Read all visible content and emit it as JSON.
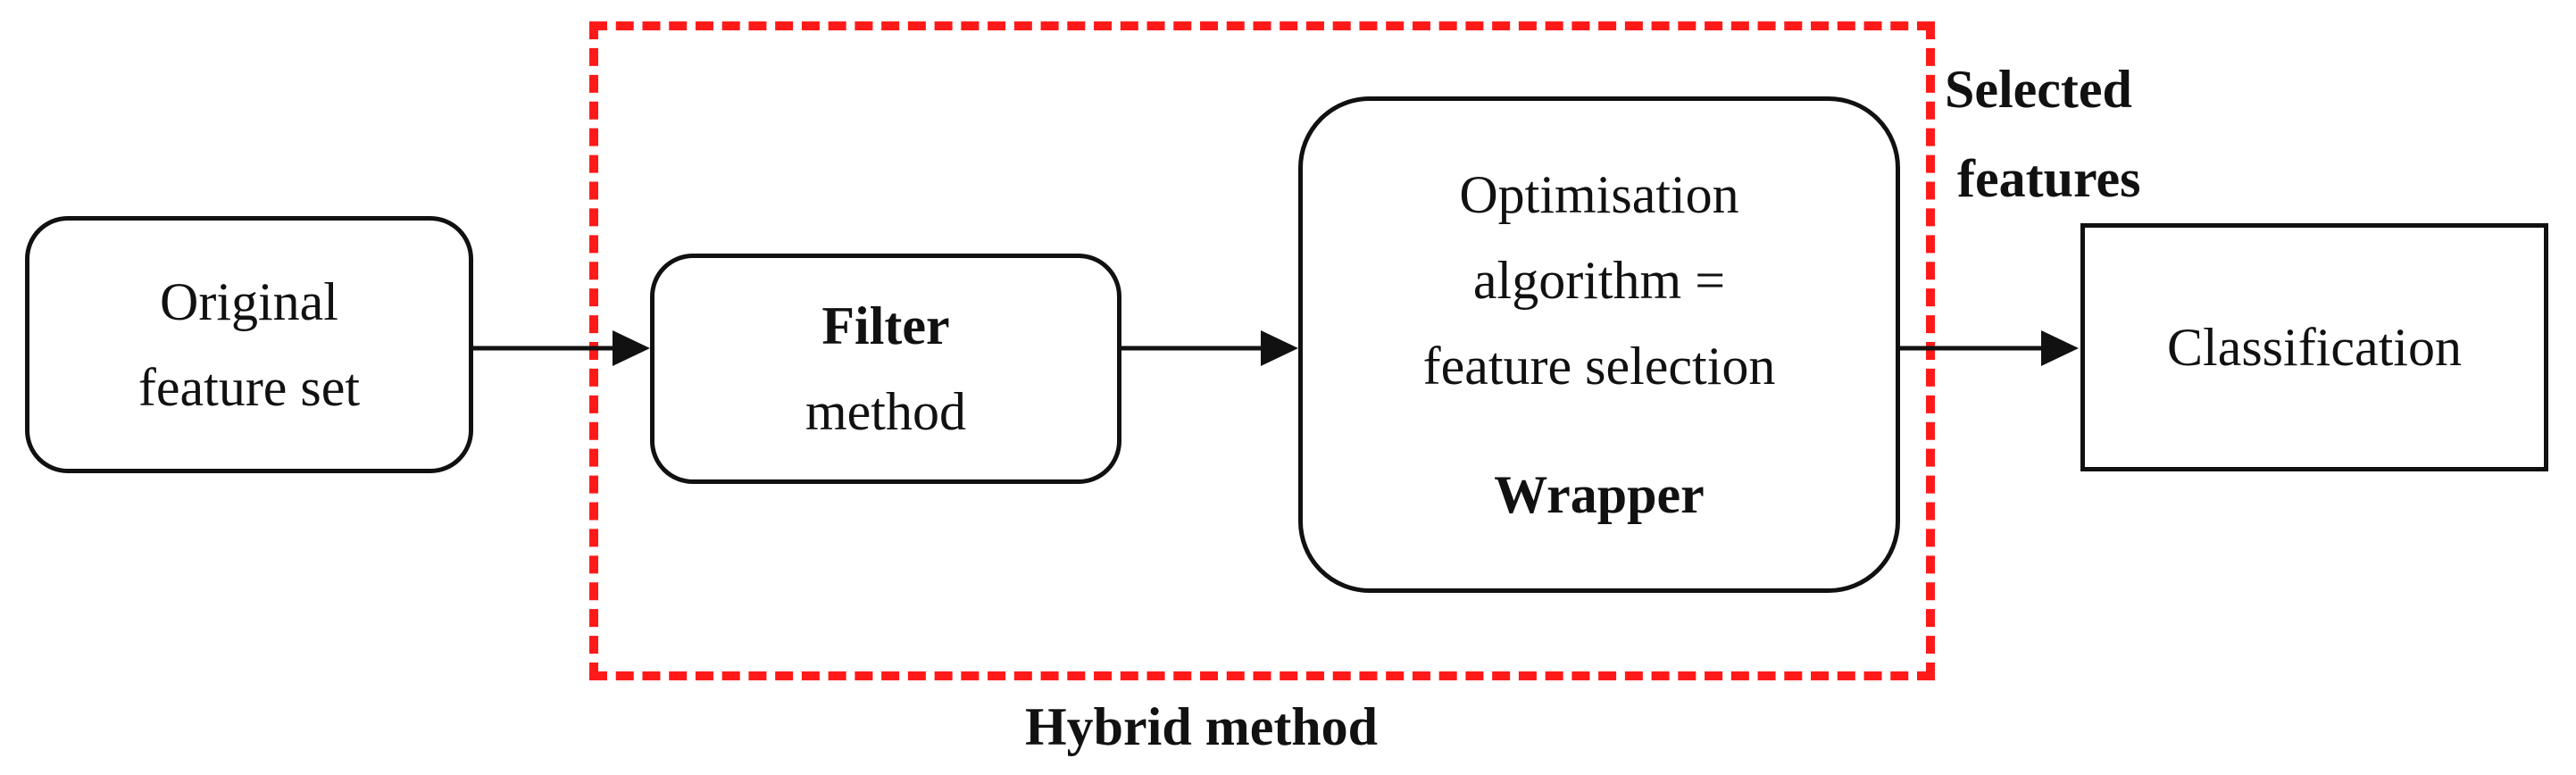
{
  "nodes": {
    "original": {
      "line1": "Original",
      "line2": "feature set"
    },
    "filter": {
      "title": "Filter",
      "subtitle": "method"
    },
    "wrapper": {
      "line1": "Optimisation",
      "line2": "algorithm =",
      "line3": "feature selection",
      "title": "Wrapper"
    },
    "classification": {
      "label": "Classification"
    }
  },
  "labels": {
    "selected_line1": "Selected",
    "selected_line2": "features",
    "hybrid": "Hybrid method"
  },
  "colors": {
    "frame": "#ff1a1a",
    "stroke": "#111111"
  }
}
